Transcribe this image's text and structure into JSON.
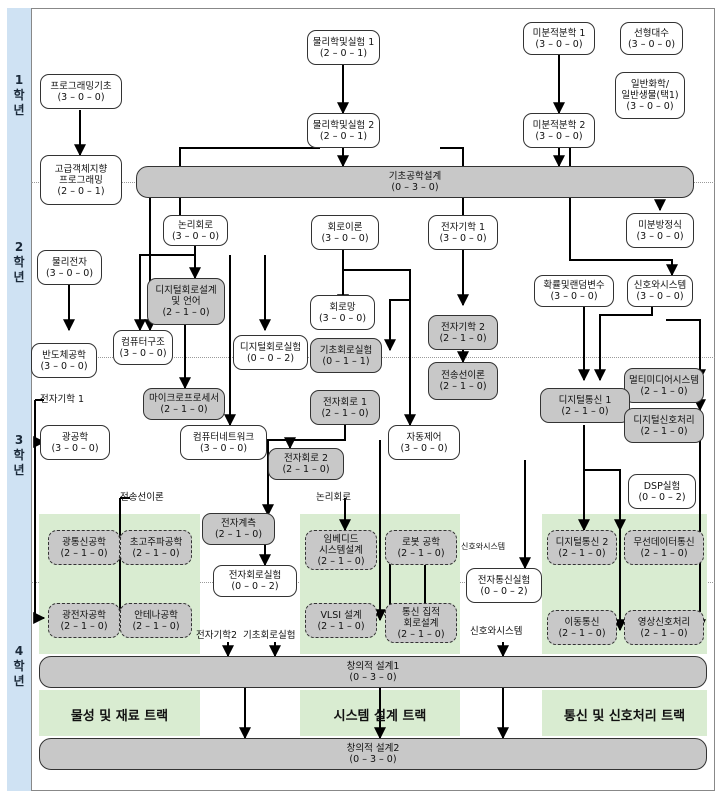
{
  "years": [
    {
      "label": "1\n학\n년"
    },
    {
      "label": "2\n학\n년"
    },
    {
      "label": "3\n학\n년"
    },
    {
      "label": "4\n학\n년"
    }
  ],
  "courses": {
    "physics1": "물리학및실험 1\n(2 – 0 – 1)",
    "calculus1": "미분적분학 1\n(3 – 0 – 0)",
    "linear_algebra": "선형대수\n(3 – 0 – 0)",
    "prog_basics": "프로그래밍기초\n(3 – 0 – 0)",
    "chem_bio": "일반화학/\n일반생물(택1)\n(3 – 0 – 0)",
    "physics2": "물리학및실험 2\n(2 – 0 – 1)",
    "calculus2": "미분적분학 2\n(3 – 0 – 0)",
    "oop": "고급객체지향\n프로그래밍\n(2 – 0 – 1)",
    "eng_design": "기초공학설계\n(0 – 3 – 0)",
    "logic": "논리회로\n(3 – 0 – 0)",
    "circuit_theory": "회로이론\n(3 – 0 – 0)",
    "electronics1": "전자기학 1\n(3 – 0 – 0)",
    "diff_eq": "미분방정식\n(3 – 0 – 0)",
    "phys_electronics": "물리전자\n(3 – 0 – 0)",
    "digital_design": "디지털회로설계\n및 언어\n(2 – 1 – 0)",
    "prob_random": "확률및랜덤변수\n(3 – 0 – 0)",
    "signals": "신호와시스템\n(3 – 0 – 0)",
    "circuit_net": "회로망\n(3 – 0 – 0)",
    "electronics2": "전자기학 2\n(2 – 1 – 0)",
    "semiconductor": "반도체공학\n(3 – 0 – 0)",
    "comp_arch": "컴퓨터구조\n(3 – 0 – 0)",
    "digital_lab": "디지털회로실험\n(0 – 0 – 2)",
    "basic_circuit_lab": "기초회로실험\n(0 – 1 – 1)",
    "transmission": "전송선이론\n(2 – 1 – 0)",
    "microprocessor": "마이크로프로세서\n(2 – 1 – 0)",
    "electronic_circuit1": "전자회로 1\n(2 – 1 – 0)",
    "multimedia": "멀티미디어시스템\n(2 – 1 – 0)",
    "digital_comm1": "디지털통신 1\n(2 – 1 – 0)",
    "optics": "광공학\n(3 – 0 – 0)",
    "comp_network": "컴퓨터네트워크\n(3 – 0 – 0)",
    "electronic_circuit2": "전자회로 2\n(2 – 1 – 0)",
    "auto_control": "자동제어\n(3 – 0 – 0)",
    "dsp": "디지털신호처리\n(2 – 1 – 0)",
    "dsp_lab": "DSP실험\n(0 – 0 – 2)",
    "electronic_meas": "전자계측\n(2 – 1 – 0)",
    "optoelectronics": "광통신공학\n(2 – 1 – 0)",
    "microwave": "초고주파공학\n(2 – 1 – 0)",
    "embedded": "임베디드\n시스템설계\n(2 – 1 – 0)",
    "robot": "로봇 공학\n(2 – 1 – 0)",
    "digital_comm2": "디지털통신 2\n(2 – 1 – 0)",
    "wireless_data": "무선데이터통신\n(2 – 1 – 0)",
    "electronic_circuit_lab": "전자회로실험\n(0 – 0 – 2)",
    "comm_lab": "전자통신실험\n(0 – 0 – 2)",
    "opto_device": "광전자공학\n(2 – 1 – 0)",
    "antenna": "안테나공학\n(2 – 1 – 0)",
    "vlsi": "VLSI 설계\n(2 – 1 – 0)",
    "comm_ic": "통신 집적\n회로설계\n(2 – 1 – 0)",
    "mobile_comm": "이동통신\n(2 – 1 – 0)",
    "image_signal": "영상신호처리\n(2 – 1 – 0)",
    "creative1": "창의적 설계1\n(0 – 3 – 0)",
    "creative2": "창의적 설계2\n(0 – 3 – 0)"
  },
  "labels": {
    "prereq_electronics1": "전자기학 1",
    "prereq_transmission": "전송선이론",
    "prereq_logic": "논리회로",
    "prereq_signals_small": "신호와시스템",
    "prereq_electronics2": "전자기학2",
    "prereq_basic_circuit_lab": "기초회로실험",
    "prereq_signals": "신호와시스템"
  },
  "tracks": {
    "materials": "물성 및 재료 트랙",
    "system": "시스템 설계 트랙",
    "comm": "통신 및 신호처리 트랙"
  }
}
